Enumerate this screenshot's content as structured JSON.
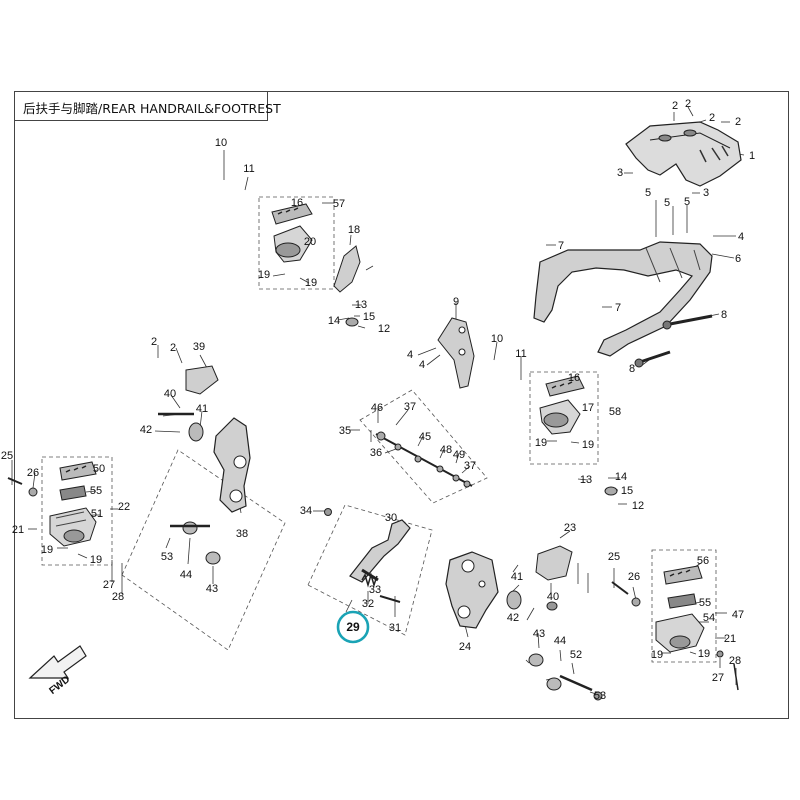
{
  "title": "后扶手与脚踏/REAR HANDRAIL&FOOTREST",
  "highlight_color": "#1aa3b5",
  "highlighted_part": "29",
  "fwd_label": "FWD",
  "part_labels": [
    "1",
    "2",
    "3",
    "4",
    "5",
    "6",
    "7",
    "8",
    "9",
    "10",
    "11",
    "12",
    "13",
    "14",
    "15",
    "16",
    "17",
    "18",
    "19",
    "20",
    "21",
    "22",
    "23",
    "24",
    "25",
    "26",
    "27",
    "28",
    "29",
    "30",
    "31",
    "32",
    "33",
    "34",
    "35",
    "36",
    "37",
    "38",
    "39",
    "40",
    "41",
    "42",
    "43",
    "44",
    "45",
    "46",
    "47",
    "48",
    "49",
    "50",
    "51",
    "52",
    "53",
    "54",
    "55",
    "56",
    "57",
    "58"
  ]
}
